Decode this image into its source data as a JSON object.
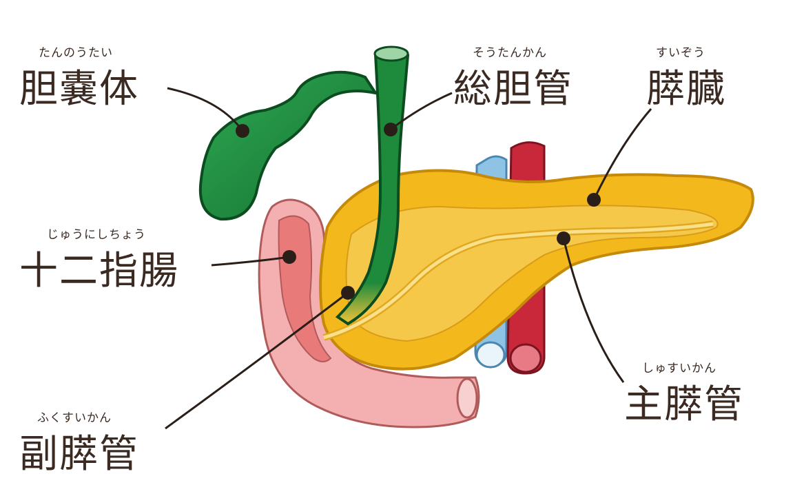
{
  "title": "",
  "labels": {
    "gallbladder": {
      "ruby": "たんのうたい",
      "text": "胆嚢体"
    },
    "common_bile_duct": {
      "ruby": "そうたんかん",
      "text": "総胆管"
    },
    "pancreas": {
      "ruby": "すいぞう",
      "text": "膵臓"
    },
    "duodenum": {
      "ruby": "じゅうにしちょう",
      "text": "十二指腸"
    },
    "accessory_duct": {
      "ruby": "ふくすいかん",
      "text": "副膵管"
    },
    "main_duct": {
      "ruby": "しゅすいかん",
      "text": "主膵管"
    }
  },
  "colors": {
    "text": "#3b2a22",
    "gallbladder": "#1e8a3c",
    "pancreas": "#f2b81c",
    "duodenum": "#f0a0a0",
    "vein": "#8fc3e6",
    "artery": "#c8283a"
  }
}
